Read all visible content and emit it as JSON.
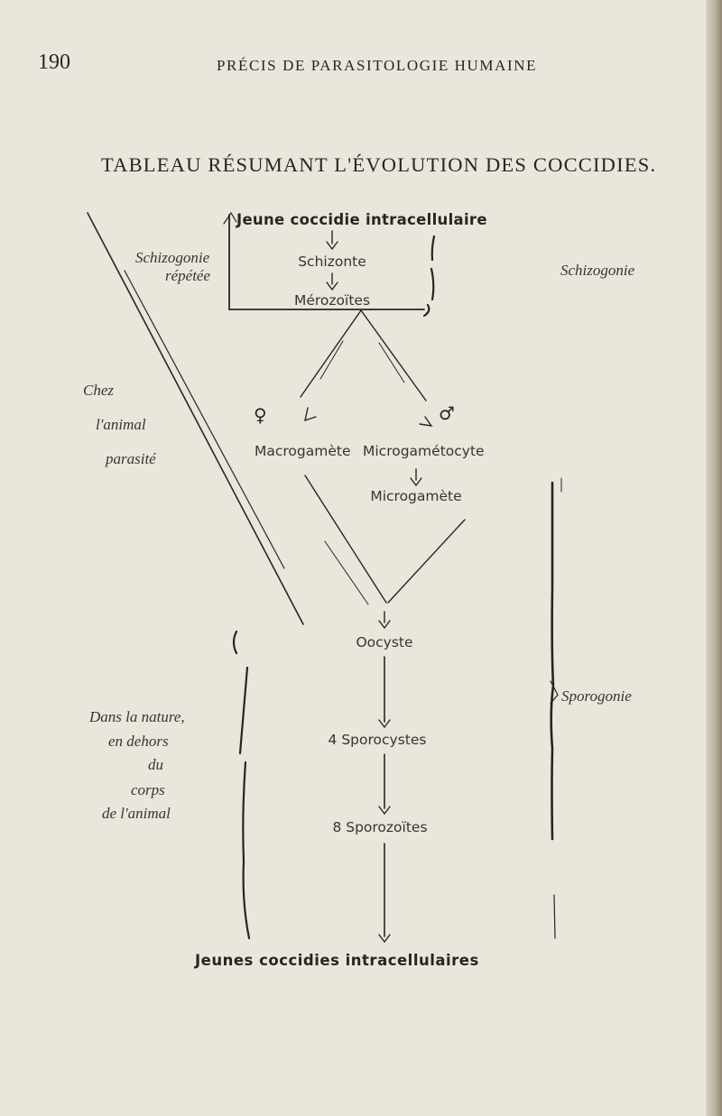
{
  "header": {
    "page_number": "190",
    "running_title": "PRÉCIS DE PARASITOLOGIE HUMAINE"
  },
  "title": "TABLEAU RÉSUMANT L'ÉVOLUTION DES COCCIDIES.",
  "diagram": {
    "top_box": {
      "heading": "Jeune coccidie intracellulaire",
      "schizonte": "Schizonte",
      "merozoites": "Mérozoïtes"
    },
    "left_labels": {
      "schizogonie_repetee_line1": "Schizogonie",
      "schizogonie_repetee_line2": "répétée",
      "host_line1": "Chez",
      "host_line2": "l'animal",
      "host_line3": "parasité",
      "outside_line1": "Dans la nature,",
      "outside_line2": "en dehors",
      "outside_line3": "du",
      "outside_line4": "corps",
      "outside_line5": "de l'animal"
    },
    "right_labels": {
      "schizogonie": "Schizogonie",
      "sporogonie": "Sporogonie"
    },
    "sexual": {
      "female_symbol": "♀",
      "male_symbol": "♂",
      "macrogamete": "Macrogamète",
      "microgametocyte": "Microgamétocyte",
      "microgamete": "Microgamète"
    },
    "sporogony": {
      "oocyste": "Oocyste",
      "sporocystes": "4 Sporocystes",
      "sporozoites": "8 Sporozoïtes"
    },
    "bottom": "Jeunes coccidies intracellulaires"
  }
}
